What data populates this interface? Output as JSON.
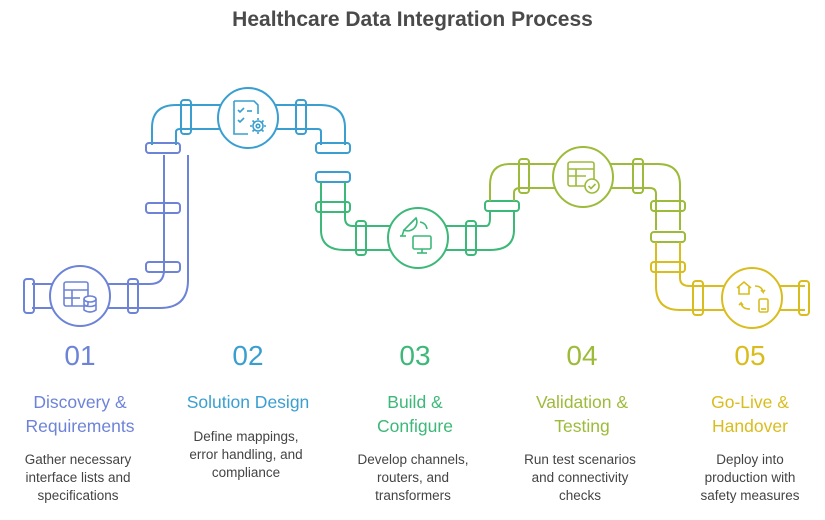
{
  "title": "Healthcare Data Integration Process",
  "steps": [
    {
      "number": "01",
      "title_line1": "Discovery &",
      "title_line2": "Requirements",
      "desc_lines": [
        "Gather necessary",
        "interface lists and",
        "specifications"
      ],
      "color": "#6d83d8",
      "icon": "database-table-icon"
    },
    {
      "number": "02",
      "title_line1": "Solution Design",
      "title_line2": "",
      "desc_lines": [
        "Define mappings,",
        "error handling, and",
        "compliance"
      ],
      "color": "#3a9fd0",
      "icon": "checklist-gear-icon"
    },
    {
      "number": "03",
      "title_line1": "Build &",
      "title_line2": "Configure",
      "desc_lines": [
        "Develop channels,",
        "routers, and",
        "transformers"
      ],
      "color": "#3cb878",
      "icon": "satellite-monitor-icon"
    },
    {
      "number": "04",
      "title_line1": "Validation &",
      "title_line2": "Testing",
      "desc_lines": [
        "Run test scenarios",
        "and connectivity",
        "checks"
      ],
      "color": "#9dbb3a",
      "icon": "table-check-icon"
    },
    {
      "number": "05",
      "title_line1": "Go-Live &",
      "title_line2": "Handover",
      "desc_lines": [
        "Deploy into",
        "production with",
        "safety measures"
      ],
      "color": "#d9bd1e",
      "icon": "home-transfer-icon"
    }
  ]
}
